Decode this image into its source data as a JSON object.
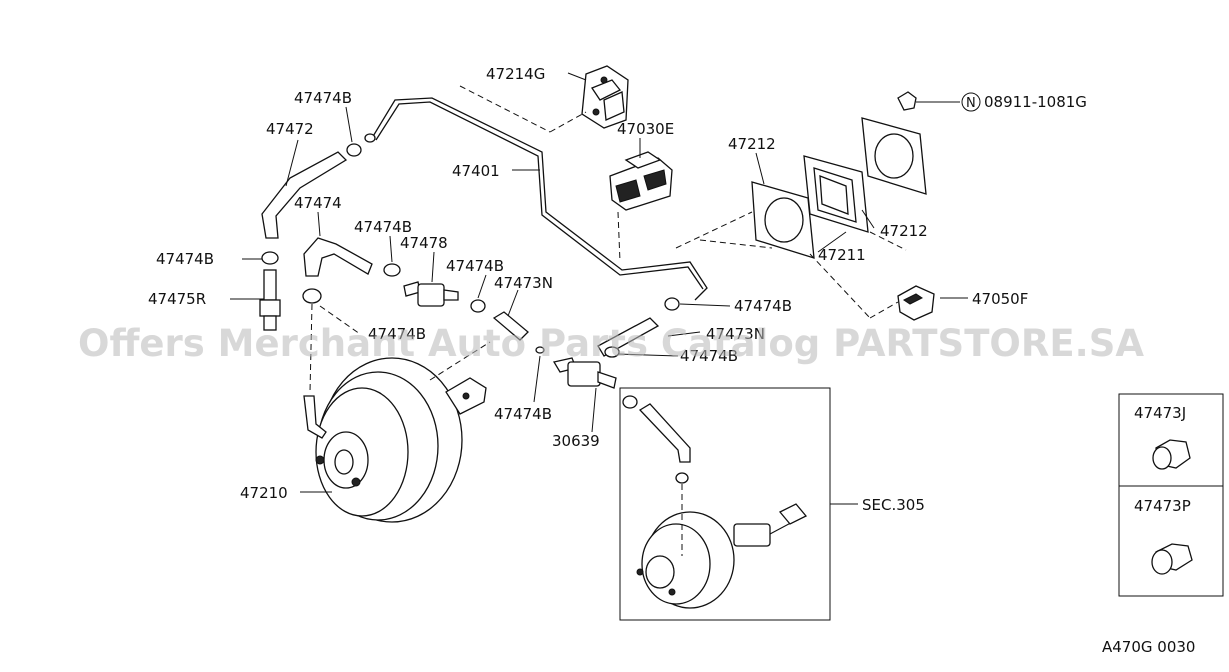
{
  "watermark": "Offers Merchant Auto Parts Catalog PARTSTORE.SA",
  "footer_code": "A470G 0030",
  "callouts": {
    "c47214G": "47214G",
    "c47474B_top": "47474B",
    "c47472": "47472",
    "c47030E": "47030E",
    "c47401": "47401",
    "c08911": "08911-1081G",
    "c08911_prefix": "N",
    "c47212_left": "47212",
    "c47212_right": "47212",
    "c47211": "47211",
    "c47474": "47474",
    "c47474B_mid": "47474B",
    "c47478": "47478",
    "c47474B_mid2": "47474B",
    "c47473N_top": "47473N",
    "c47474B_left": "47474B",
    "c47475R": "47475R",
    "c47474B_right": "47474B",
    "c47050F": "47050F",
    "c47474B_hidden": "47474B",
    "c47473N_right": "47473N",
    "c47474B_under": "47474B",
    "c47474B_low": "47474B",
    "c30639": "30639",
    "c47210": "47210",
    "sec305": "SEC.305",
    "c47473J": "47473J",
    "c47473P": "47473P"
  }
}
